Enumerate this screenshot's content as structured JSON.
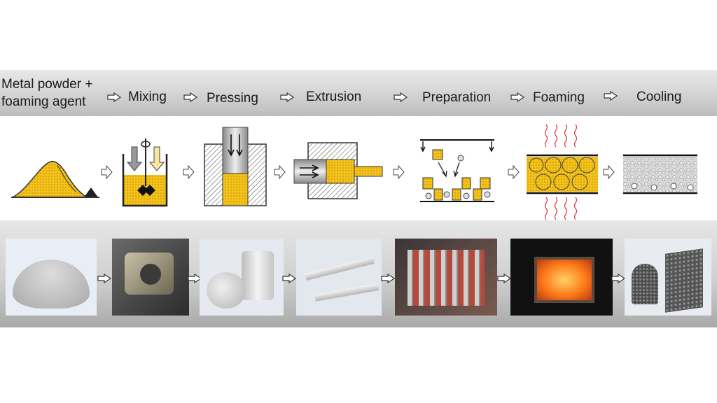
{
  "steps": [
    {
      "label": "Metal powder +"
    },
    {
      "label": "foaming agent"
    },
    {
      "label": "Mixing"
    },
    {
      "label": "Pressing"
    },
    {
      "label": "Extrusion"
    },
    {
      "label": "Preparation"
    },
    {
      "label": "Foaming"
    },
    {
      "label": "Cooling"
    }
  ],
  "colors": {
    "foam_yellow": "#f5c21a",
    "band_gray": "#c8c8c8",
    "hatch": "#444444",
    "furnace_glow": "#ff7a1a"
  },
  "icons": [
    "arrow-right-icon",
    "powder-pile-icon",
    "mixer-icon",
    "press-icon",
    "extruder-icon",
    "mold-icon",
    "furnace-icon",
    "foam-panel-icon"
  ]
}
